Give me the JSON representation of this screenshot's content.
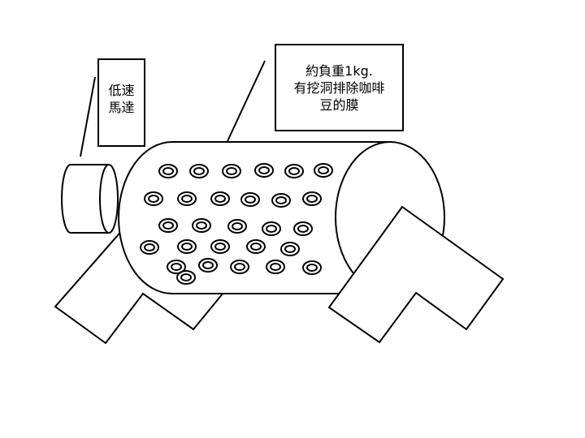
{
  "labels": {
    "motor": {
      "lines": [
        "低速",
        "馬達"
      ]
    },
    "note": {
      "lines": [
        "約負重1kg.",
        "有挖洞排除咖啡",
        "豆的膜"
      ]
    }
  },
  "colors": {
    "stroke": "#000000",
    "fill": "#ffffff"
  }
}
